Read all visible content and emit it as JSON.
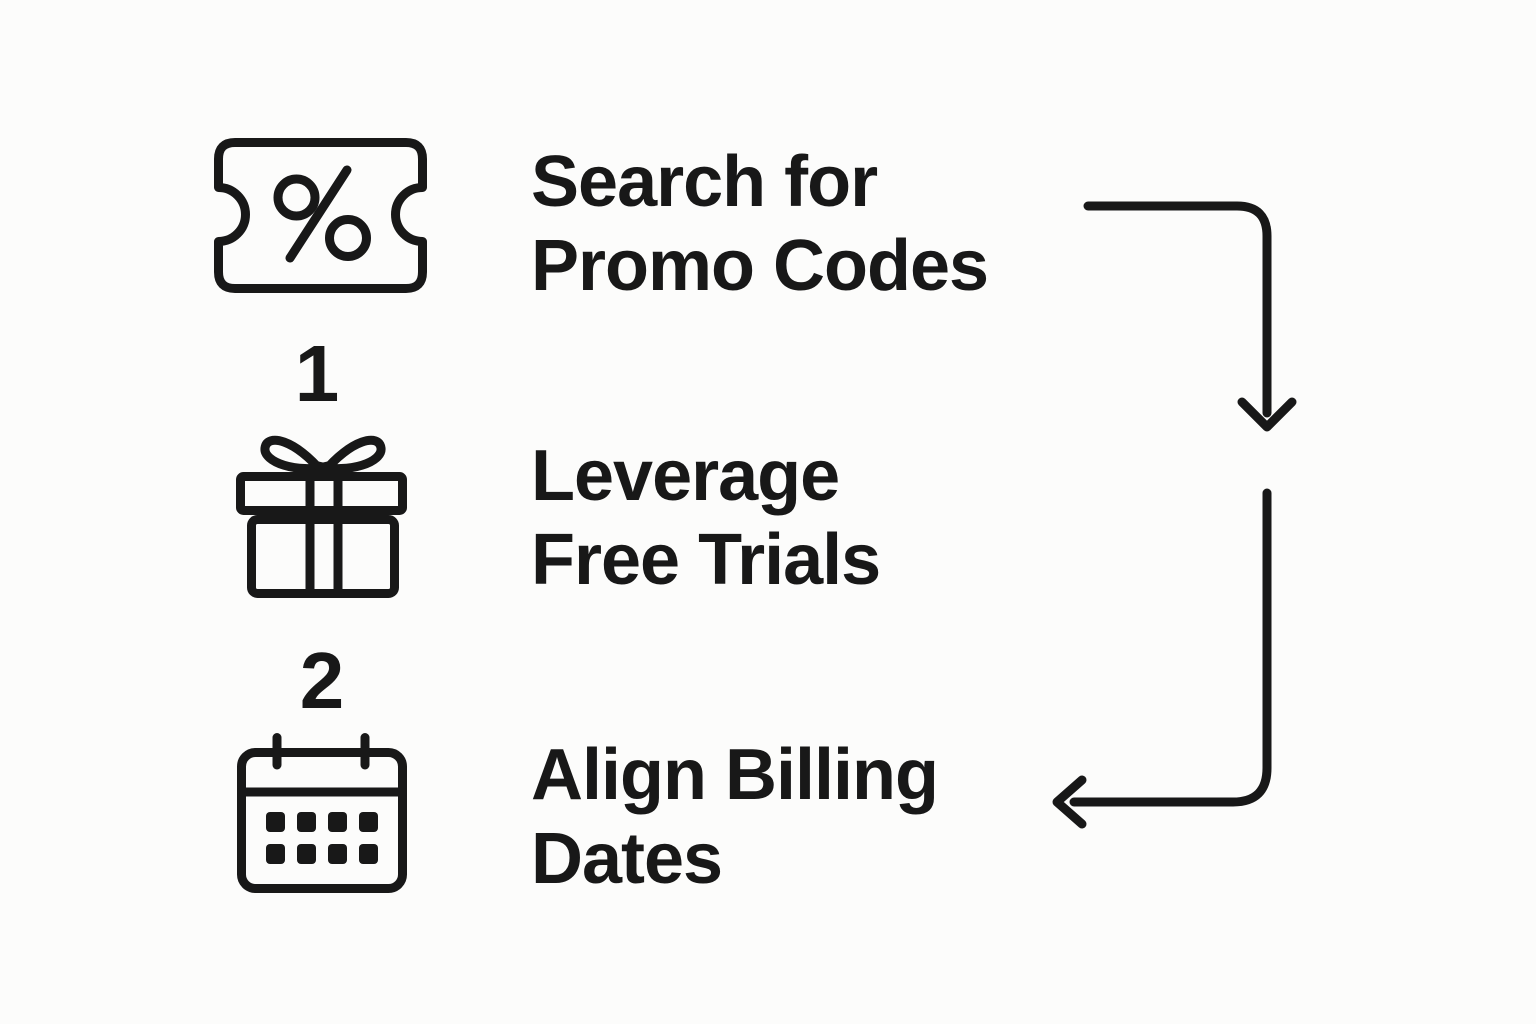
{
  "palette": {
    "background": "#fcfcfb",
    "ink": "#181818"
  },
  "diagram": {
    "steps": [
      {
        "icon": "coupon-percent-icon",
        "lines": [
          "Search for",
          "Promo Codes"
        ]
      },
      {
        "icon": "gift-icon",
        "lines": [
          "Leverage",
          "Free Trials"
        ]
      },
      {
        "icon": "calendar-icon",
        "lines": [
          "Align Billing",
          "Dates"
        ]
      }
    ],
    "step_numbers": [
      "1",
      "2"
    ],
    "arrows": [
      {
        "name": "flow-arrow-right-then-down",
        "direction": "down"
      },
      {
        "name": "flow-arrow-down-then-left",
        "direction": "left"
      }
    ]
  }
}
